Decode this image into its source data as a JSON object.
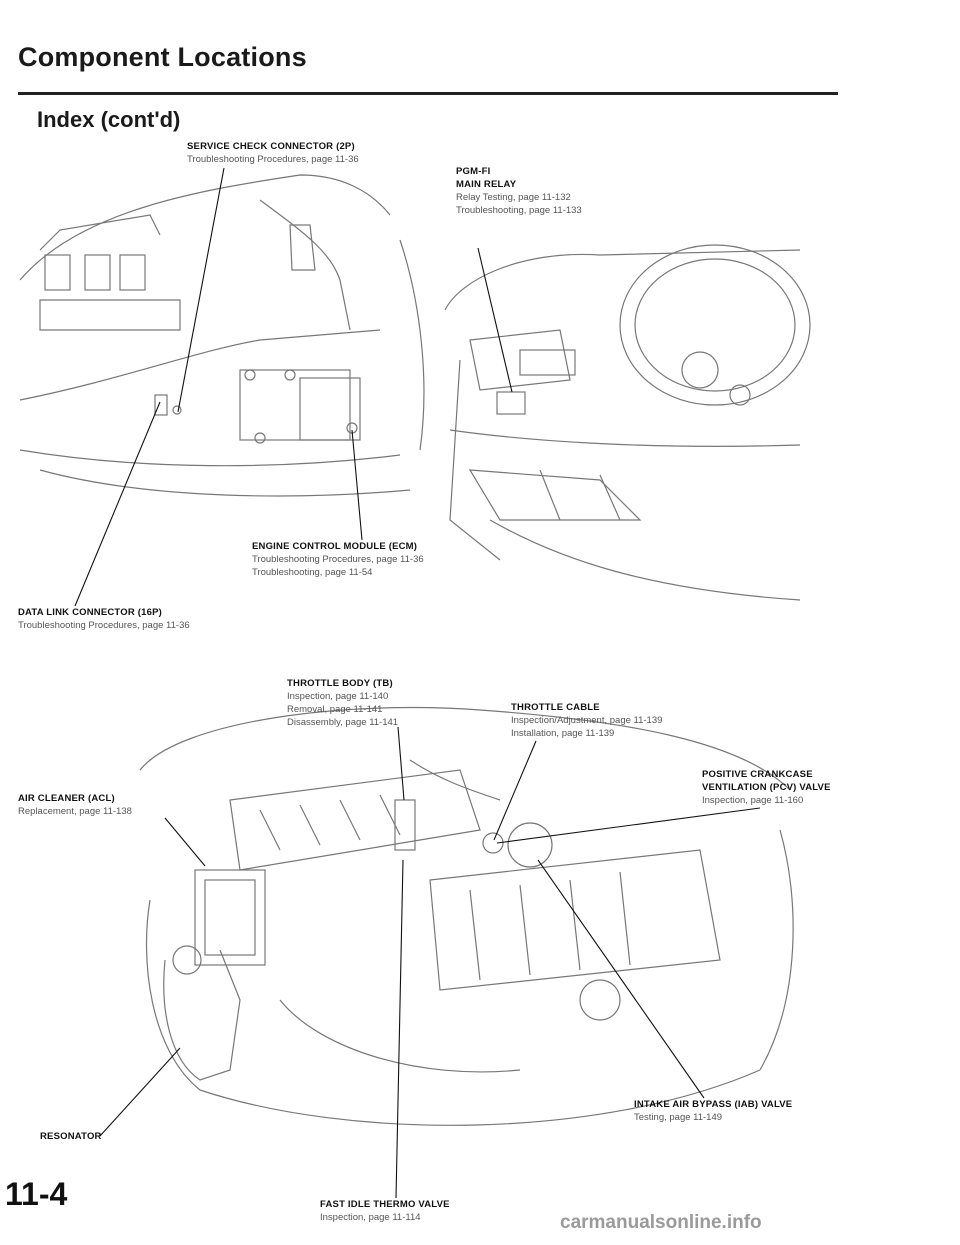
{
  "header": {
    "title": "Component Locations",
    "subtitle": "Index (cont'd)"
  },
  "labels": {
    "service_check": {
      "name": "SERVICE CHECK CONNECTOR (2P)",
      "lines": [
        "Troubleshooting Procedures, page 11-36"
      ]
    },
    "pgm_fi_relay": {
      "name_line1": "PGM-FI",
      "name_line2": "MAIN RELAY",
      "lines": [
        "Relay Testing, page 11-132",
        "Troubleshooting, page 11-133"
      ]
    },
    "ecm": {
      "name": "ENGINE CONTROL MODULE (ECM)",
      "lines": [
        "Troubleshooting Procedures, page 11-36",
        "Troubleshooting, page 11-54"
      ]
    },
    "dlc": {
      "name": "DATA LINK CONNECTOR (16P)",
      "lines": [
        "Troubleshooting Procedures, page 11-36"
      ]
    },
    "throttle_body": {
      "name": "THROTTLE BODY (TB)",
      "lines": [
        "Inspection, page 11-140",
        "Removal, page 11-141",
        "Disassembly, page 11-141"
      ]
    },
    "throttle_cable": {
      "name": "THROTTLE CABLE",
      "lines": [
        "Inspection/Adjustment, page 11-139",
        "Installation, page 11-139"
      ]
    },
    "air_cleaner": {
      "name": "AIR CLEANER (ACL)",
      "lines": [
        "Replacement, page 11-138"
      ]
    },
    "pcv_valve": {
      "name_line1": "POSITIVE CRANKCASE",
      "name_line2": "VENTILATION (PCV) VALVE",
      "lines": [
        "Inspection, page 11-160"
      ]
    },
    "iab_valve": {
      "name": "INTAKE AIR BYPASS (IAB) VALVE",
      "lines": [
        "Testing, page 11-149"
      ]
    },
    "resonator": {
      "name": "RESONATOR"
    },
    "fast_idle": {
      "name": "FAST IDLE THERMO VALVE",
      "lines": [
        "Inspection, page 11-114"
      ]
    }
  },
  "footer": {
    "page_number": "11-4",
    "watermark": "carmanualsonline.info"
  }
}
